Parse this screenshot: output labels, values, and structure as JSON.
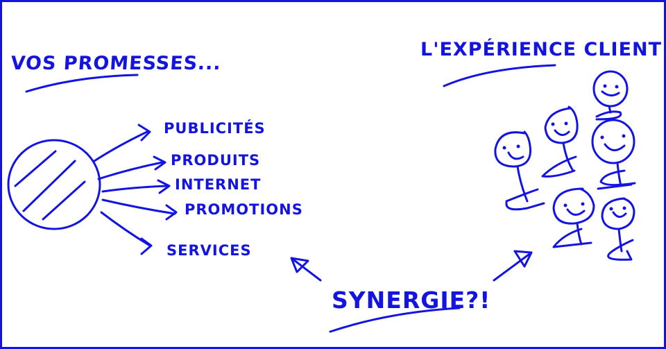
{
  "ink_color": "#1414e0",
  "left_title": "VOS PROMESSES...",
  "right_title": "L'EXPÉRIENCE CLIENT",
  "promises": [
    "PUBLICITÉS",
    "PRODUITS",
    "INTERNET",
    "PROMOTIONS",
    "SERVICES"
  ],
  "center_label": "SYNERGIE?!"
}
